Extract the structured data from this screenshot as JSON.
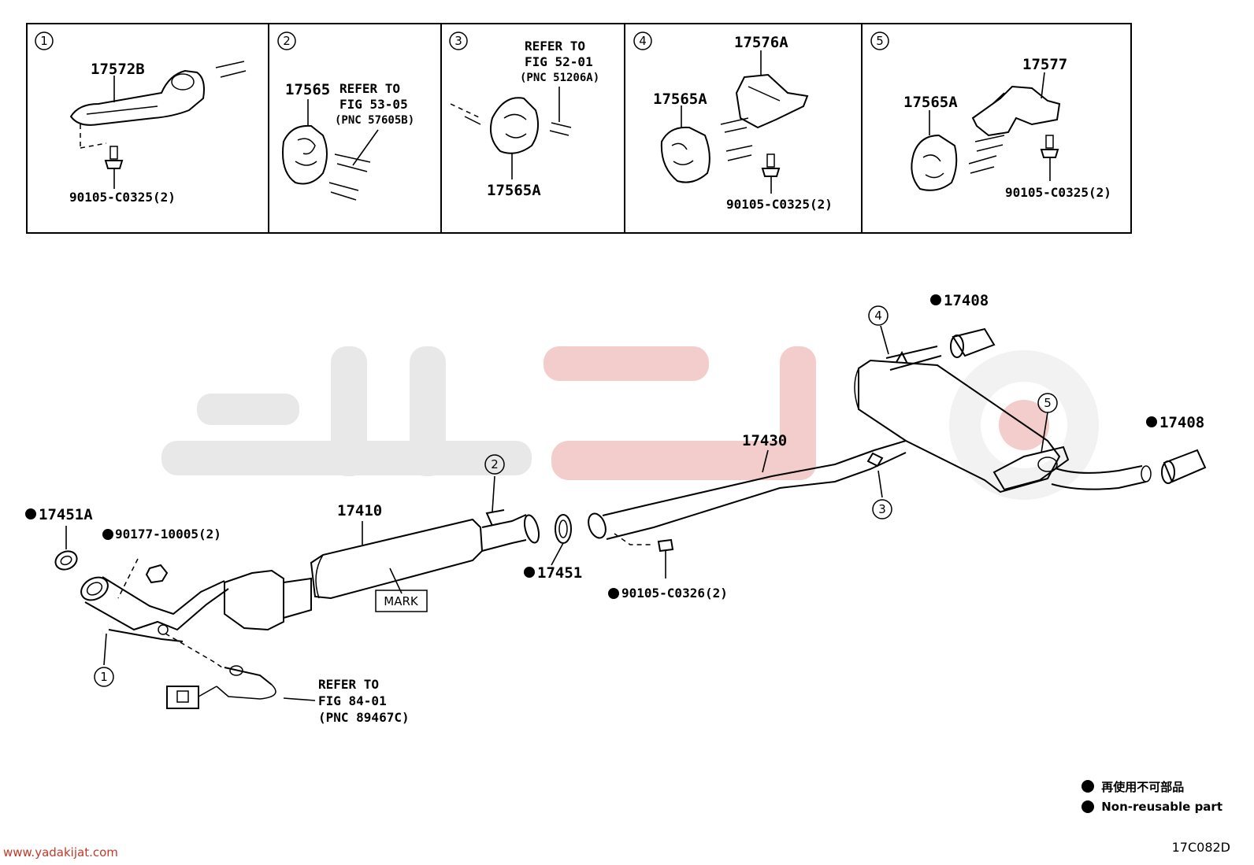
{
  "insets": [
    {
      "num": "1",
      "parts": [
        "17572B",
        "90105-C0325(2)"
      ]
    },
    {
      "num": "2",
      "parts": [
        "17565"
      ],
      "refer": [
        "REFER TO",
        "FIG 53-05",
        "(PNC 57605B)"
      ]
    },
    {
      "num": "3",
      "parts": [
        "17565A"
      ],
      "refer": [
        "REFER TO",
        "FIG 52-01",
        "(PNC 51206A)"
      ]
    },
    {
      "num": "4",
      "parts": [
        "17576A",
        "17565A",
        "90105-C0325(2)"
      ]
    },
    {
      "num": "5",
      "parts": [
        "17577",
        "17565A",
        "90105-C0325(2)"
      ]
    }
  ],
  "main": {
    "p17408_top": "17408",
    "p17408_right": "17408",
    "p17430": "17430",
    "p17410": "17410",
    "p17451A": "17451A",
    "p90177": "90177-10005(2)",
    "p17451": "17451",
    "p90105_c0326": "90105-C0326(2)",
    "mark": "MARK",
    "refer": [
      "REFER TO",
      "FIG 84-01",
      "(PNC 89467C)"
    ],
    "callouts": [
      "1",
      "2",
      "3",
      "4",
      "5"
    ]
  },
  "legend": {
    "line1": "再使用不可部品",
    "line2": "Non-reusable part"
  },
  "footer": {
    "url": "www.yadakijat.com",
    "code": "17C082D"
  }
}
